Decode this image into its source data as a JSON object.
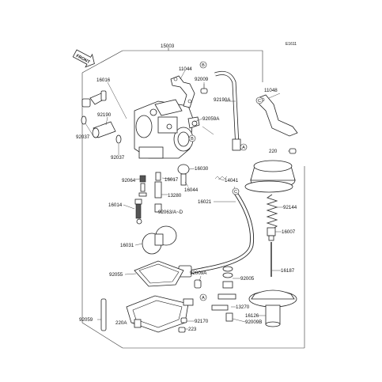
{
  "diagram": {
    "assembly_no": "15003",
    "ref_code": "E1611",
    "front_label": "FRONT",
    "labels": {
      "l11044": "11044",
      "l92009": "92009",
      "l11048": "11048",
      "l16016": "16016",
      "l92190": "92190",
      "l92037a": "92037",
      "l92037b": "92037",
      "l92190a": "92190A",
      "l92059a": "92059A",
      "l220": "220",
      "l92064": "92064",
      "l16017": "16017",
      "l16030": "16030",
      "l16044": "16044",
      "l14041": "14041",
      "l13280": "13280",
      "l16014": "16014",
      "l16021": "16021",
      "l92144": "92144",
      "l92063": "92063/A~D",
      "l16007": "16007",
      "l16031": "16031",
      "l16187": "16187",
      "l92055": "92055",
      "l92009a": "92009A",
      "l92005": "92005",
      "l13270": "13270",
      "l92059": "92059",
      "l220a": "220A",
      "l92170": "92170",
      "l16126": "16126",
      "l92009b": "92009B",
      "l223": "223"
    },
    "callouts": {
      "A": "A",
      "B": "B",
      "C": "C"
    }
  }
}
